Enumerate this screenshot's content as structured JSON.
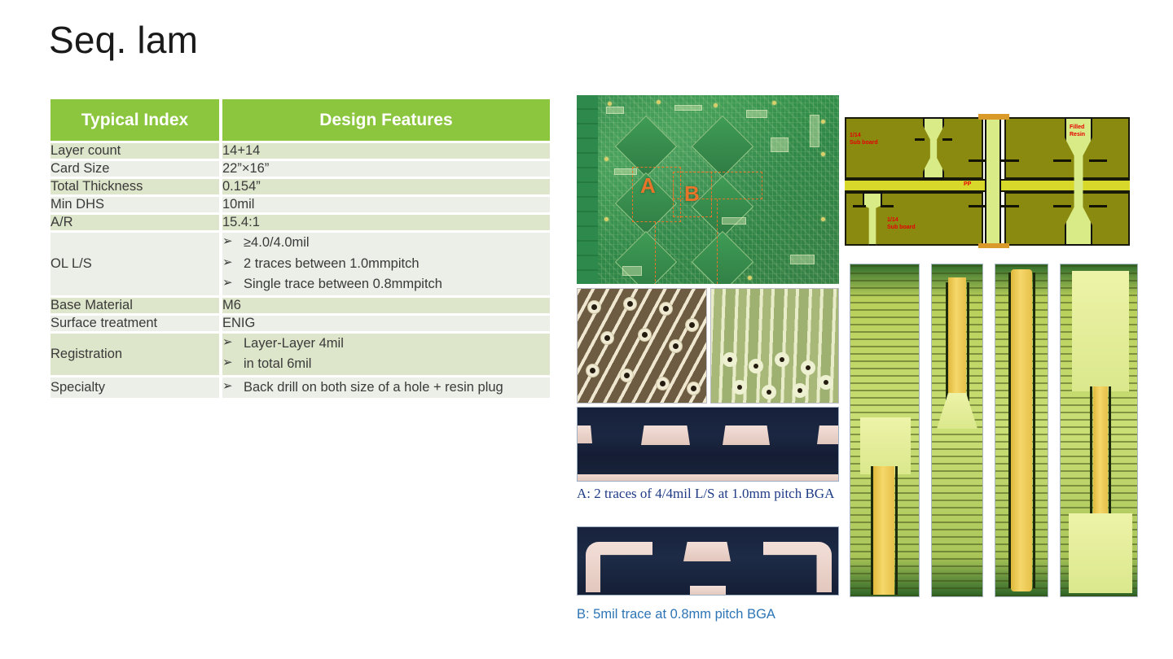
{
  "slide": {
    "title": "Seq. lam"
  },
  "table": {
    "headers": {
      "index": "Typical Index",
      "features": "Design Features"
    },
    "rows": [
      {
        "label": "Layer count",
        "value": "14+14",
        "bullets": []
      },
      {
        "label": "Card Size",
        "value": "22”×16”",
        "bullets": []
      },
      {
        "label": "Total Thickness",
        "value": "0.154”",
        "bullets": []
      },
      {
        "label": "Min DHS",
        "value": "10mil",
        "bullets": []
      },
      {
        "label": "A/R",
        "value": "15.4:1",
        "bullets": []
      },
      {
        "label": "OL L/S",
        "value": "",
        "bullets": [
          "≥4.0/4.0mil",
          "2 traces between 1.0mmpitch",
          "Single trace between 0.8mmpitch"
        ]
      },
      {
        "label": "Base Material",
        "value": "M6",
        "bullets": []
      },
      {
        "label": "Surface treatment",
        "value": "ENIG",
        "bullets": []
      },
      {
        "label": "Registration",
        "value": "",
        "bullets": [
          "Layer-Layer 4mil",
          "in total 6mil"
        ]
      },
      {
        "label": "Specialty",
        "value": "",
        "bullets": [
          "Back drill on both size of a hole + resin plug"
        ]
      }
    ]
  },
  "media": {
    "pcb_photo": {
      "name": "pcb-board-photo",
      "callout_a": "A",
      "callout_b": "B"
    },
    "cross_section_diagram": {
      "name": "sequential-lamination-cross-section",
      "label_top_left": "1/14\nSub board",
      "label_bottom_left": "1/14\nSub board",
      "label_pp": "PP",
      "label_filled_resin": "Filled\nResin"
    },
    "caption_a": "A: 2 traces of 4/4mil L/S at 1.0mm pitch BGA",
    "caption_b": "B: 5mil trace at 0.8mm pitch BGA",
    "micro_left_name": "trace-micrograph-brown",
    "micro_right_name": "trace-micrograph-green",
    "xsect_a_name": "bga-cross-section-a",
    "xsect_b_name": "bga-cross-section-b",
    "via_panels": [
      "via-micrograph-1",
      "via-micrograph-2",
      "via-micrograph-3",
      "via-micrograph-4"
    ]
  },
  "colors": {
    "header_green": "#8CC63E",
    "row_dark": "#DDE6CA",
    "row_light": "#EBEFE7",
    "caption_a_blue": "#1F3B86",
    "caption_b_blue": "#2E75B6",
    "callout_orange": "#E8742A",
    "label_red": "#E60000"
  }
}
